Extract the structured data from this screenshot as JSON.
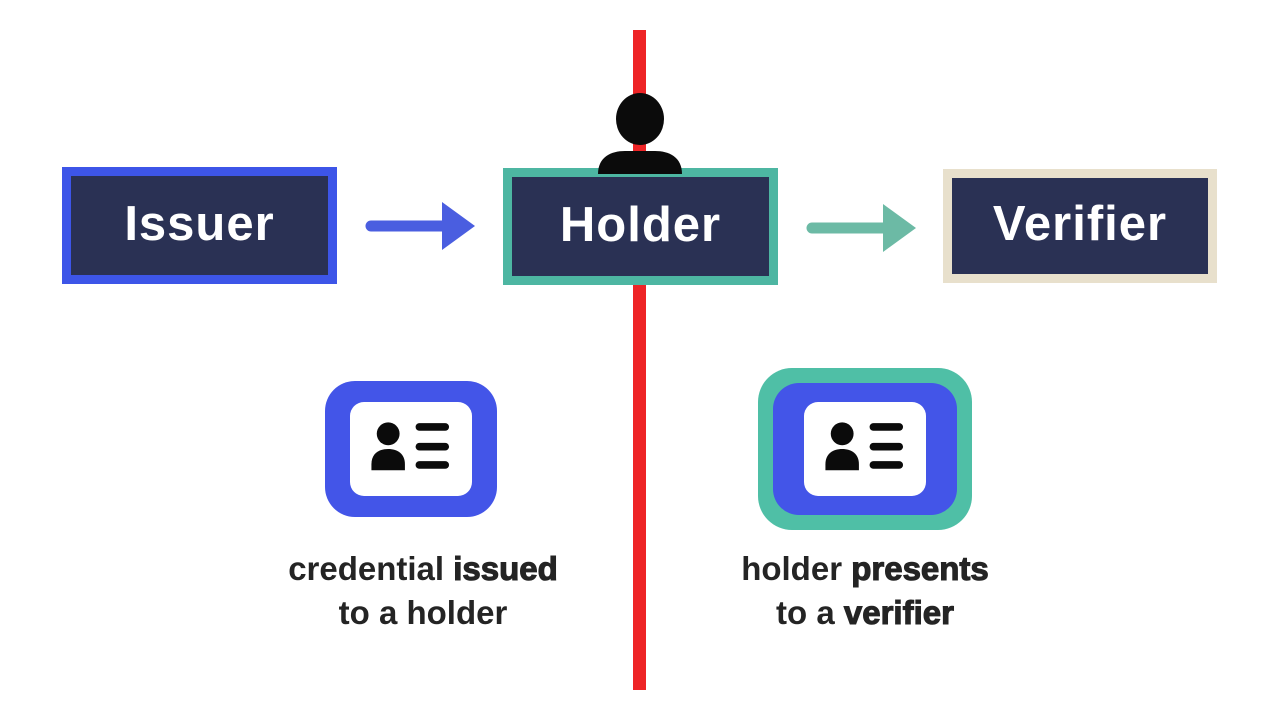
{
  "colors": {
    "navy": "#2a3154",
    "issuer_border": "#3d55e8",
    "holder_border": "#4db6a2",
    "verifier_border": "#e8e0cc",
    "arrow_blue": "#4a5ee0",
    "arrow_teal": "#6cbaa5",
    "card_blue": "#4355e8",
    "card_teal": "#4fbfa6",
    "timeline_red": "#ee2426",
    "icon_black": "#0b0b0b",
    "caption_text": "#242424"
  },
  "nodes": {
    "issuer": {
      "label": "Issuer"
    },
    "holder": {
      "label": "Holder"
    },
    "verifier": {
      "label": "Verifier"
    }
  },
  "captions": {
    "issued": {
      "l1_normal": "credential ",
      "l1_bold": "issued",
      "l2_normal": "to a holder",
      "l2_bold": ""
    },
    "presents": {
      "l1_normal": "holder ",
      "l1_bold": "presents",
      "l2_normal": "to a ",
      "l2_bold": "verifier"
    }
  },
  "icons": {
    "person": "person-icon",
    "credential": "id-card-icon",
    "arrow": "right-arrow-icon"
  }
}
